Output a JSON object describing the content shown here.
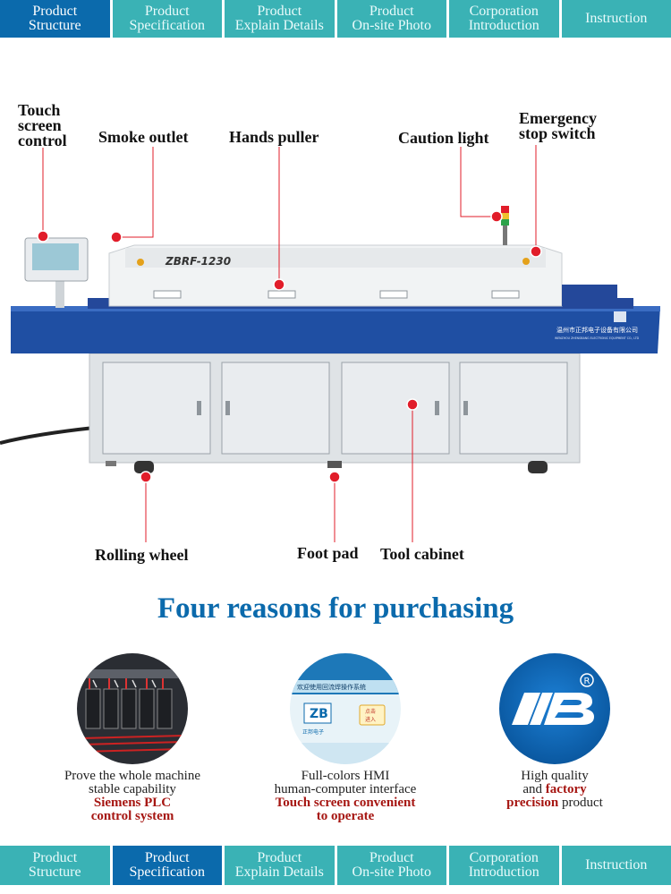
{
  "tabs_top": [
    {
      "label": "Product\nStructure",
      "active": true
    },
    {
      "label": "Product\nSpecification",
      "active": false
    },
    {
      "label": "Product\nExplain Details",
      "active": false
    },
    {
      "label": "Product\nOn-site Photo",
      "active": false
    },
    {
      "label": "Corporation\nIntroduction",
      "active": false
    },
    {
      "label": "Instruction",
      "active": false
    }
  ],
  "tabs_bottom": [
    {
      "label": "Product\nStructure",
      "active": false
    },
    {
      "label": "Product\nSpecification",
      "active": true
    },
    {
      "label": "Product\nExplain Details",
      "active": false
    },
    {
      "label": "Product\nOn-site Photo",
      "active": false
    },
    {
      "label": "Corporation\nIntroduction",
      "active": false
    },
    {
      "label": "Instruction",
      "active": false
    }
  ],
  "machine": {
    "model": "ZBRF-1230",
    "plate": "温州市正邦电子设备有限公司",
    "plate_sub": "WENZHOU ZHENGBANG ELECTRONIC EQUIPMENT CO., LTD"
  },
  "callouts": {
    "touch_screen": "Touch\nscreen\ncontrol",
    "smoke_outlet": "Smoke outlet",
    "hands_puller": "Hands puller",
    "caution_light": "Caution light",
    "emergency": "Emergency\nstop switch",
    "rolling_wheel": "Rolling wheel",
    "foot_pad": "Foot pad",
    "tool_cabinet": "Tool cabinet"
  },
  "section_title": "Four reasons for purchasing",
  "reasons": [
    {
      "line1": "Prove the whole machine",
      "line2": "stable capability",
      "accent1": "Siemens PLC",
      "accent2": "control system"
    },
    {
      "line1": "Full-colors HMI",
      "line2": "human-computer interface",
      "accent1": "Touch screen convenient",
      "accent2": "to operate"
    },
    {
      "line1": "High quality",
      "line2_pre": "and ",
      "line2_accent": "factory",
      "line3_accent": "precision",
      "line3_post": " product"
    }
  ],
  "hmi": {
    "banner": "欢迎使用回流焊操作系统",
    "brand": "正邦电子",
    "button": "点击\n进入"
  },
  "colors": {
    "tab": "#3ab2b5",
    "tab_active": "#0b6aac",
    "title": "#0b6aac",
    "accent": "#a61612",
    "machine_blue": "#1f4fa3",
    "marker": "#e11d2a"
  }
}
